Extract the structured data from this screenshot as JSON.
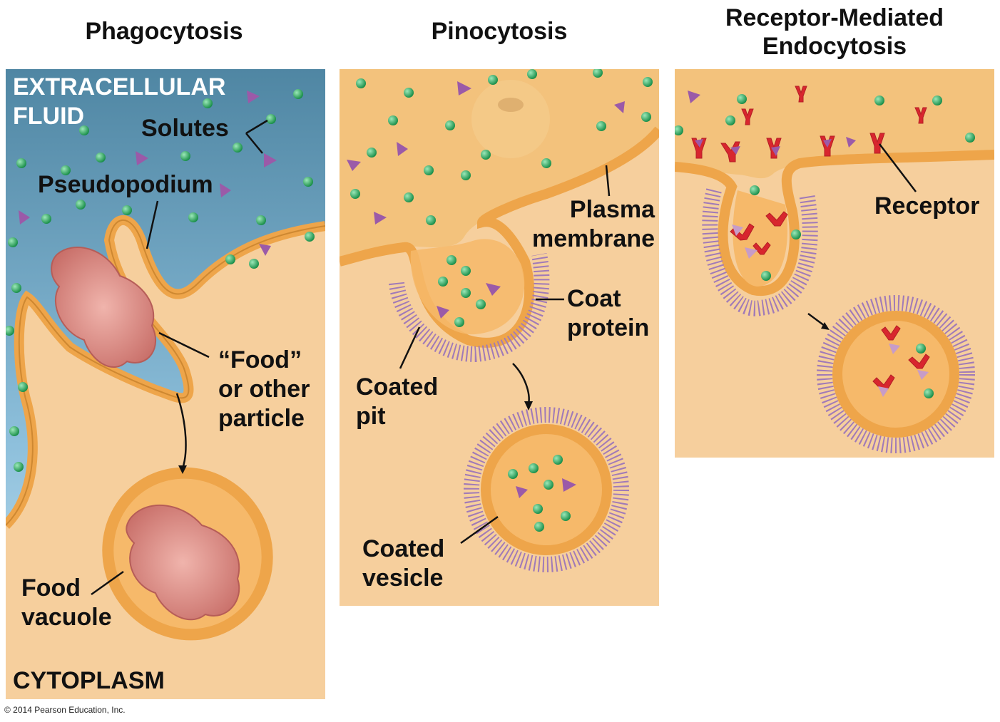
{
  "titles": {
    "phagocytosis": "Phagocytosis",
    "pinocytosis": "Pinocytosis",
    "receptor_mediated": "Receptor-Mediated\nEndocytosis"
  },
  "phagocytosis_labels": {
    "extracellular_fluid": "EXTRACELLULAR\nFLUID",
    "solutes": "Solutes",
    "pseudopodium": "Pseudopodium",
    "food_particle": "“Food”\nor other\nparticle",
    "food_vacuole": "Food\nvacuole",
    "cytoplasm": "CYTOPLASM"
  },
  "pinocytosis_labels": {
    "plasma_membrane": "Plasma\nmembrane",
    "coat_protein": "Coat\nprotein",
    "coated_pit": "Coated\npit",
    "coated_vesicle": "Coated\nvesicle"
  },
  "receptor_labels": {
    "receptor": "Receptor"
  },
  "footer": {
    "copyright": "© 2014 Pearson Education, Inc."
  },
  "colors": {
    "extracellular_blue": "#5e94b0",
    "cytoplasm": "#f6cf9d",
    "membrane": "#eea54a",
    "membrane_dark": "#b97422",
    "solute_green": "#1e9a50",
    "solute_purple": "#9b5aa8",
    "coat_purple": "#a07ab8",
    "receptor_red": "#d8262e",
    "food_particle": "#d98c84"
  }
}
